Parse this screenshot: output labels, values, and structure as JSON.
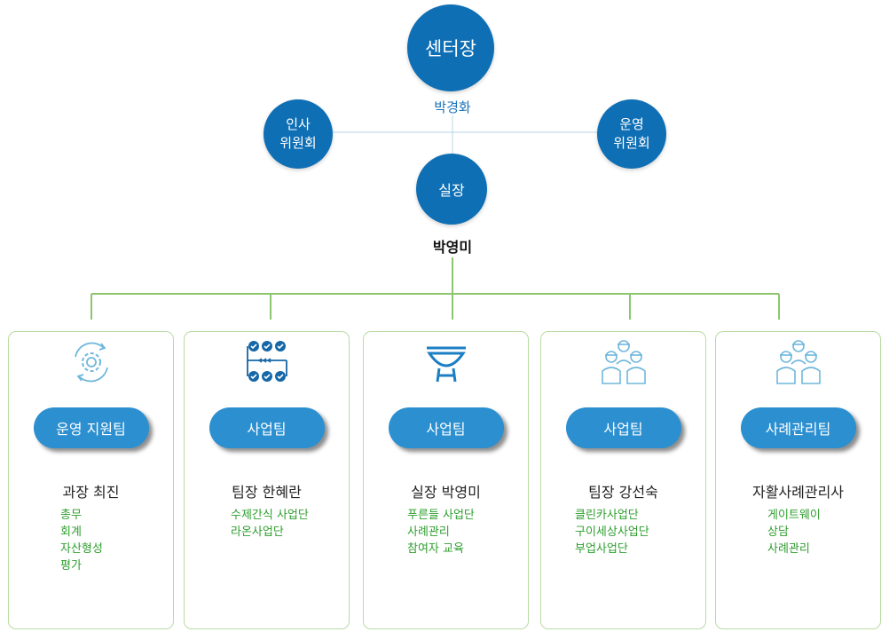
{
  "center": {
    "title": "센터장",
    "name": "박경화"
  },
  "committees": {
    "left": "인사\n위원회",
    "right": "운영\n위원회"
  },
  "office": {
    "title": "실장",
    "name": "박영미"
  },
  "teams": [
    {
      "pill": "운영 지원팀",
      "lead": "과장 최진",
      "duties": [
        "총무",
        "회계",
        "자산형성",
        "평가"
      ]
    },
    {
      "pill": "사업팀",
      "lead": "팀장 한혜란",
      "duties": [
        "수제간식 사업단",
        "라온사업단"
      ]
    },
    {
      "pill": "사업팀",
      "lead": "실장 박영미",
      "duties": [
        "푸른들 사업단",
        "사례관리",
        "참여자 교육"
      ]
    },
    {
      "pill": "사업팀",
      "lead": "팀장 강선숙",
      "duties": [
        "클린카사업단",
        "구이세상사업단",
        "부업사업단"
      ]
    },
    {
      "pill": "사례관리팀",
      "lead": "자활사례관리사",
      "duties": [
        "게이트웨이",
        "상담",
        "사례관리"
      ]
    }
  ],
  "icons": [
    "gear-cycle-icon",
    "workflow-checklist-icon",
    "bowl-icon",
    "team-people-icon",
    "team-people-icon"
  ],
  "colors": {
    "circle": "#0f6fb5",
    "pill": "#2b8fd0",
    "connector": "#8cc66e",
    "duty_text": "#2e9e2e",
    "name_text": "#1a72b8"
  }
}
